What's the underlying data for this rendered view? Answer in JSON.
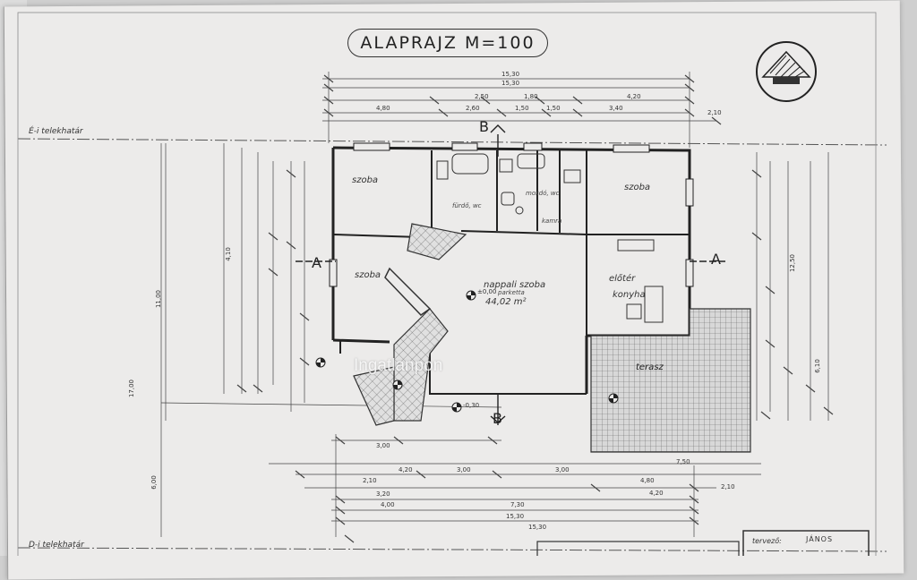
{
  "title": "ALAPRAJZ M=100",
  "boundary_top": "É-i telekhatár",
  "boundary_bottom": "D-i telekhatár",
  "section_a": "A",
  "section_b": "B",
  "rooms": {
    "room1": "szoba",
    "room2": "szoba",
    "room3": "szoba",
    "living": "nappali szoba",
    "living_floor": "parketta",
    "living_area": "44,02 m²",
    "kitchen": "konyha",
    "hall": "előtér",
    "bath": "fürdő, wc",
    "wc": "mosdó, wc",
    "pantry": "kamra",
    "terrace": "terasz"
  },
  "dims_top": {
    "total1": "15,30",
    "total2": "15,30",
    "d1": "4,80",
    "d2": "2,60",
    "d3": "2,50",
    "d4": "1,80",
    "d5": "1,50",
    "d6": "3,40",
    "d7": "4,20",
    "d8": "2,10",
    "d9": "1,50"
  },
  "dims_bottom": {
    "d1": "3,00",
    "d2": "4,20",
    "d3": "3,00",
    "d4": "3,00",
    "d5": "7,50",
    "d6": "4,80",
    "d7": "4,20",
    "d8": "2,10",
    "d9": "2,10",
    "d10": "3,20",
    "d11": "4,00",
    "d12": "7,30",
    "total1": "15,30",
    "total2": "15,30"
  },
  "dims_left": {
    "a": "11,00",
    "b": "17,00",
    "c": "6,00",
    "d": "4,10"
  },
  "dims_right": {
    "a": "6,10",
    "b": "12,50"
  },
  "levels": {
    "l1": "±0,00",
    "l2": "-0,30"
  },
  "watermark": "Ingatlanpon",
  "stamp_text": "JÁNOS",
  "stamp_label": "tervező:"
}
